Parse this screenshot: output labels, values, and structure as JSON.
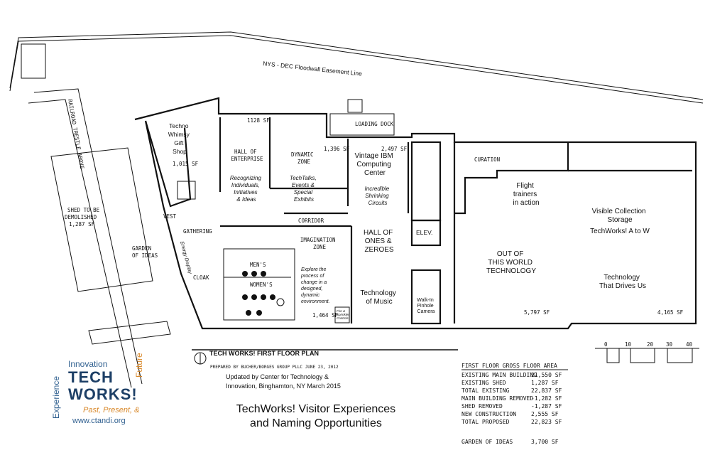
{
  "easement_label": "NYS - DEC Floodwall Easement Line",
  "railroad_label": "RAILROAD TRESTLE ABOVE",
  "shed_label_1": "SHED TO BE",
  "shed_label_2": "DEMOLISHED",
  "shed_label_3": "1,287 SF",
  "garden_label_1": "GARDEN",
  "garden_label_2": "OF IDEAS",
  "rooms": {
    "gift_shop": [
      "Techno",
      "Whimsy",
      "Gift",
      "Shop",
      "1,015 SF"
    ],
    "hall_enterprise": [
      "HALL OF",
      "ENTERPRISE"
    ],
    "hall_enterprise_sub": [
      "Recognizing",
      "Individuals,",
      "Initiatives",
      "& Ideas"
    ],
    "sf_1128": "1128 SF",
    "dynamic_zone": [
      "DYNAMIC",
      "ZONE"
    ],
    "dynamic_sub": [
      "TechTalks,",
      "Events &",
      "Special",
      "Exhibits"
    ],
    "sf_1396": "1,396 SF",
    "loading_dock": "LOADING DOCK",
    "ibm": [
      "Vintage IBM",
      "Computing",
      "Center"
    ],
    "sf_2497": "2,497 SF",
    "circuits": [
      "Incredible",
      "Shrinking",
      "Circuits"
    ],
    "curation": "CURATION",
    "flight": [
      "Flight",
      "trainers",
      "in action"
    ],
    "visible": [
      "Visible Collection",
      "Storage"
    ],
    "techworks_aw": "TechWorks!  A to W",
    "vest": "VEST",
    "corridor": "CORRIDOR",
    "gathering": "GATHERING",
    "energy": "Energy Display",
    "imagination": [
      "IMAGINATION",
      "ZONE"
    ],
    "imagination_sub": [
      "Explore the",
      "process of",
      "change in a",
      "designed,",
      "dynamic",
      "environment."
    ],
    "sf_1464": "1,464 SF",
    "sprinkler": [
      "Fire &",
      "Sprinkler",
      "Controls"
    ],
    "mens": "MEN'S",
    "womens": "WOMEN'S",
    "cloak": "CLOAK",
    "hall_ones": [
      "HALL OF",
      "ONES &",
      "ZEROES"
    ],
    "music": [
      "Technology",
      "of Music"
    ],
    "elev": "ELEV.",
    "walkin": [
      "Walk-In",
      "Pinhole",
      "Camera"
    ],
    "outworld": [
      "OUT OF",
      "THIS WORLD",
      "TECHNOLOGY"
    ],
    "sf_5797": "5,797 SF",
    "drives": [
      "Technology",
      "That Drives Us"
    ],
    "sf_4165": "4,165 SF"
  },
  "title_block": {
    "plan_title": "TECH WORKS! FIRST FLOOR PLAN",
    "prepared": "PREPARED BY BUCHER/BORGES GROUP PLLC    JUNE 23, 2012",
    "updated_1": "Updated by Center for Technology &",
    "updated_2": "Innovation, Binghamton, NY   March 2015",
    "visitor_1": "TechWorks! Visitor Experiences",
    "visitor_2": "and Naming Opportunities"
  },
  "scale": {
    "ticks": [
      "0",
      "10",
      "20",
      "30",
      "40"
    ]
  },
  "area_table": {
    "header": "FIRST FLOOR GROSS FLOOR AREA",
    "rows": [
      {
        "label": "EXISTING MAIN BUILDING",
        "value": "21,550 SF"
      },
      {
        "label": "EXISTING SHED",
        "value": "1,287 SF"
      },
      {
        "label": "TOTAL EXISTING",
        "value": "22,837 SF"
      },
      {
        "label": "MAIN BUILDING REMOVED",
        "value": "-1,282 SF"
      },
      {
        "label": "SHED REMOVED",
        "value": "-1,287 SF"
      },
      {
        "label": "NEW CONSTRUCTION",
        "value": "2,555 SF"
      },
      {
        "label": "TOTAL PROPOSED",
        "value": "22,823 SF"
      }
    ],
    "garden_label": "GARDEN OF IDEAS",
    "garden_value": "3,700 SF"
  },
  "logo": {
    "innovation": "Innovation",
    "tech": "TECH",
    "works": "WORKS!",
    "experience": "Experience",
    "future": "Future",
    "tagline": "Past, Present, &",
    "url": "www.ctandi.org",
    "colors": {
      "blue": "#2f5f8f",
      "orange": "#d9892b"
    }
  }
}
